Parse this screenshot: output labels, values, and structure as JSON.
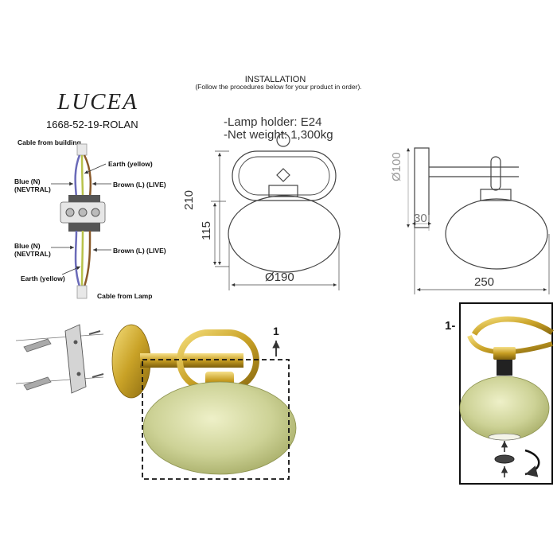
{
  "header": {
    "brand": "LUCEA",
    "model_code": "1668-52-19-ROLAN",
    "installation_title": "INSTALLATION",
    "installation_note": "(Follow the procedures below for your product in order)."
  },
  "specs": {
    "lamp_holder": "-Lamp holder: E24",
    "net_weight": "-Net weight: 1,300kg"
  },
  "wiring": {
    "cable_building": "Cable from building",
    "earth_top": "Earth (yellow)",
    "blue_top_1": "Blue (N)",
    "blue_top_2": "(NEVTRAL)",
    "brown_top": "Brown (L) (LIVE)",
    "blue_bottom_1": "Blue (N)",
    "blue_bottom_2": "(NEVTRAL)",
    "brown_bottom": "Brown (L) (LIVE)",
    "earth_bottom": "Earth (yellow)",
    "cable_lamp": "Cable from Lamp"
  },
  "dimensions": {
    "front_height": "210",
    "front_lower_height": "115",
    "front_diameter": "Ø190",
    "side_base_diameter": "Ø100",
    "side_offset": "30",
    "side_depth": "250"
  },
  "steps": {
    "step_top": "1",
    "step_right": "1-"
  },
  "colors": {
    "gold": "#c9a227",
    "glass": "#cfd39a",
    "line": "#444444"
  }
}
